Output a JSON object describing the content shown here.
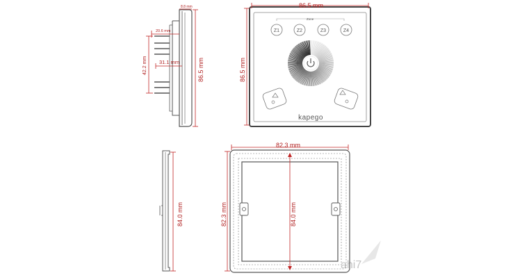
{
  "dimensions": {
    "side_depth_small": "8.8 mm",
    "side_depth_tab": "20.6 mm",
    "side_height_holes": "42.2 mm",
    "side_depth_body": "31.1 mm",
    "side_height_total": "86.5 mm",
    "front_width": "86.5 mm",
    "front_height": "86.5 mm",
    "frame_side_height": "84.0 mm",
    "frame_width": "82.3 mm",
    "frame_height": "82.3 mm",
    "frame_inner_height": "84.0 mm"
  },
  "panel": {
    "zone_label": "Zone",
    "zones": [
      "Z1",
      "Z2",
      "Z3",
      "Z4"
    ],
    "brand": "kapego"
  },
  "watermark": "ahi7",
  "colors": {
    "dimension": "#c02424",
    "outline": "#555555",
    "panel_border": "#444444",
    "background": "#ffffff"
  }
}
